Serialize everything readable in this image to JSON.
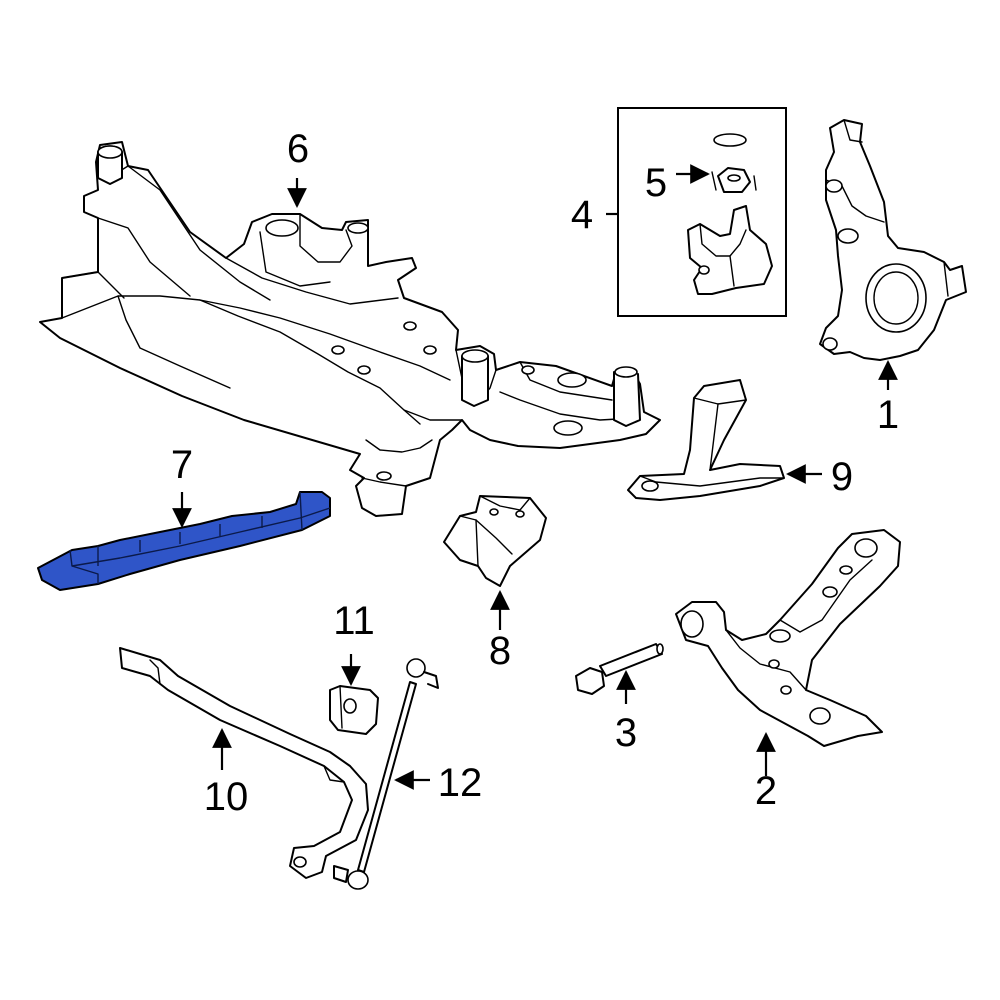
{
  "diagram": {
    "highlight_color": "#2f55c8",
    "line_color": "#000000",
    "background": "#ffffff",
    "callouts": [
      "1",
      "2",
      "3",
      "4",
      "5",
      "6",
      "7",
      "8",
      "9",
      "10",
      "11",
      "12"
    ],
    "highlighted_callout": "7"
  }
}
